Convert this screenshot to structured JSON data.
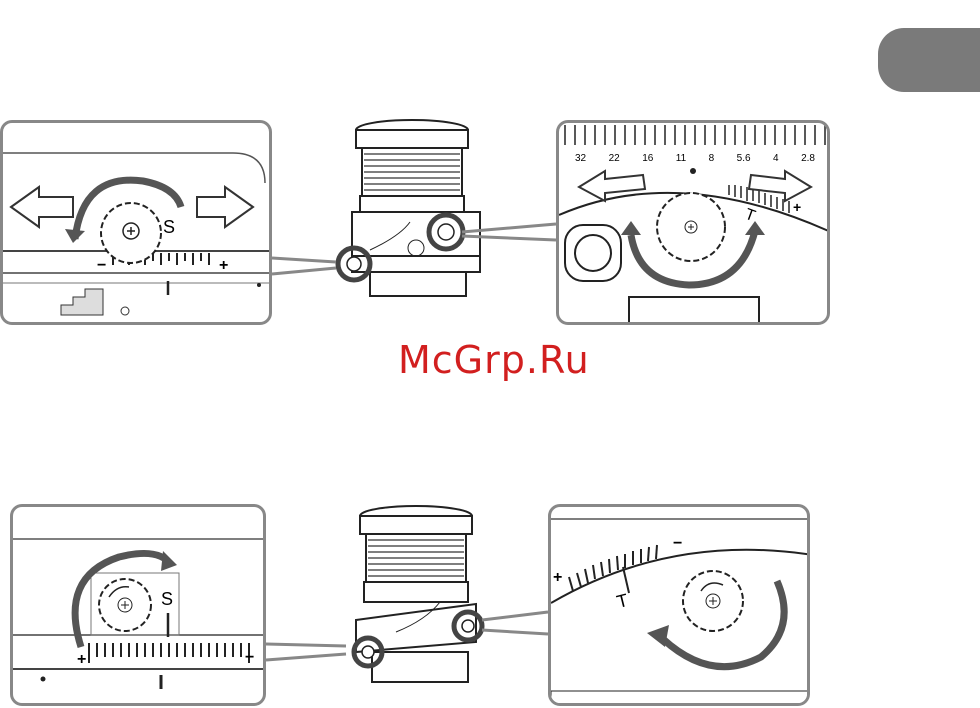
{
  "watermark": "McGrp.Ru",
  "top_row": {
    "left_panel": {
      "dial_letter": "S",
      "minus": "−",
      "plus": "+"
    },
    "right_panel": {
      "aperture_scale": [
        "32",
        "22",
        "16",
        "11",
        "8",
        "5.6",
        "4",
        "2.8"
      ],
      "index_letter": "T",
      "plus": "+"
    }
  },
  "bottom_row": {
    "left_panel": {
      "dial_letter": "S",
      "minus": "−",
      "plus": "+"
    },
    "right_panel": {
      "index_letter": "T",
      "minus": "−",
      "plus": "+"
    }
  },
  "colors": {
    "tab": "#7a7a7a",
    "watermark": "#d21f1f",
    "panel_border": "#888888"
  }
}
